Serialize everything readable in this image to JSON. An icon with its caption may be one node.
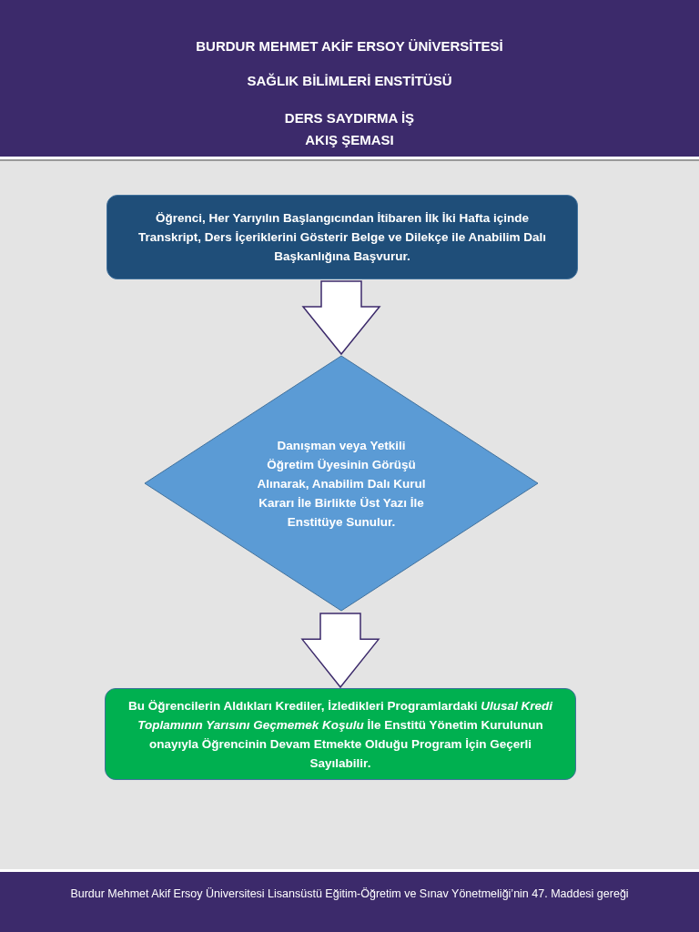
{
  "diagram": {
    "title": "BURDUR MEHMET AKİF ERSOY ÜNİVERSİTESİ SAĞLIK BİLİMLERİ ENSTİTÜSÜ",
    "caption": "Burdur Mehmet Akif Ersoy Üniversitesi Lisansüstü Eğitim-Öğretim ve Sınav Yönetmeliği’nin 47. Maddesi gereği",
    "labels": [
      "DERS SAYDIRMA İŞ AKIŞ ŞEMASI"
    ],
    "nodes": [
      {
        "text": [
          "Öğrenci, Her Yarıyılın Başlangıcından İtibaren İlk İki Hafta içinde Transkript, Ders İçeriklerini Gösterir Belge ve Dilekçe ile Anabilim Dalı Başkanlığına Başvurur."
        ]
      },
      {
        "text": [
          "Danışman veya Yetkili Öğretim Üyesinin Görüşü Alınarak, Anabilim Dalı Kurul Kararı İle Birlikte Üst Yazı İle Enstitüye Sunulur."
        ]
      },
      {
        "text": [
          "Bu Öğrencilerin Aldıkları Krediler, İzledikleri Programlardaki *Ulusal Kredi Toplamının Yarısını Geçmemek Koşulu* İle Enstitü Yönetim Kurulunun onayıyla Öğrencinin Devam Etmekte Olduğu Program İçin Geçerli Sayılabilir."
        ]
      }
    ],
    "edges": [
      {
        "from": 0,
        "to": 1,
        "arrow": "to"
      },
      {
        "from": 1,
        "to": 2,
        "arrow": "to"
      }
    ]
  }
}
